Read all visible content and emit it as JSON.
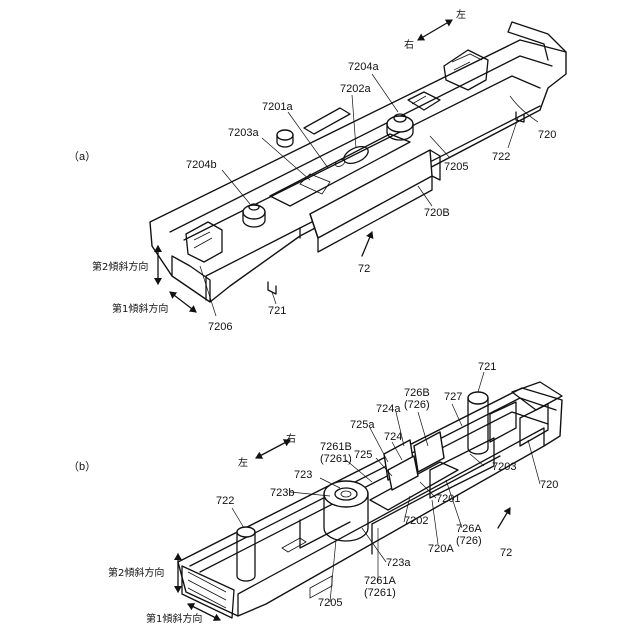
{
  "figure_a": {
    "panel_label": "（a）",
    "dir_right": "右",
    "dir_left": "左",
    "incline2": "第2傾斜方向",
    "incline1": "第1傾斜方向",
    "labels": {
      "l7204a": "7204a",
      "l7202a": "7202a",
      "l7201a": "7201a",
      "l7203a": "7203a",
      "l7204b": "7204b",
      "l720": "720",
      "l7205": "7205",
      "l722": "722",
      "l720B": "720B",
      "l72": "72",
      "l721": "721",
      "l7206": "7206"
    }
  },
  "figure_b": {
    "panel_label": "（b）",
    "dir_right": "右",
    "dir_left": "左",
    "incline2": "第2傾斜方向",
    "incline1": "第1傾斜方向",
    "labels": {
      "l721": "721",
      "l726B": "726B",
      "l726B_p": "(726)",
      "l727": "727",
      "l724a": "724a",
      "l725a": "725a",
      "l724": "724",
      "l7261B": "7261B",
      "l7261B_p": "(7261)",
      "l725": "725",
      "l723": "723",
      "l7203": "7203",
      "l723b": "723b",
      "l720": "720",
      "l722": "722",
      "l7201": "7201",
      "l7202": "7202",
      "l726A": "726A",
      "l726A_p": "(726)",
      "l723a": "723a",
      "l720A": "720A",
      "l72": "72",
      "l7261A": "7261A",
      "l7261A_p": "(7261)",
      "l7205": "7205"
    }
  }
}
